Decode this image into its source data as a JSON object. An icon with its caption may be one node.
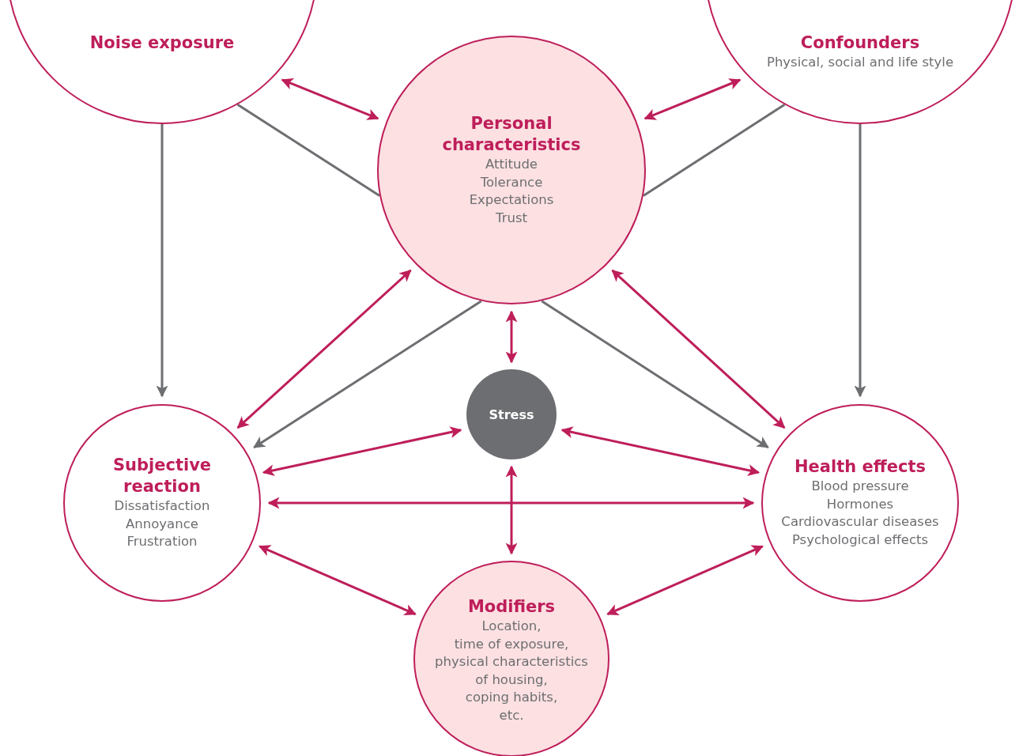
{
  "diagram": {
    "nodes": [
      {
        "text": [
          "Noise exposure"
        ]
      },
      {
        "text": [
          "Confounders",
          "Physical, social and life style"
        ]
      },
      {
        "text": [
          "Personal characteristics",
          "Attitude",
          "Tolerance",
          "Expectations",
          "Trust"
        ]
      },
      {
        "text": [
          "Stress"
        ]
      },
      {
        "text": [
          "Subjective reaction",
          "Dissatisfaction",
          "Annoyance",
          "Frustration"
        ]
      },
      {
        "text": [
          "Health effects",
          "Blood pressure",
          "Hormones",
          "Cardiovascular diseases",
          "Psychological effects"
        ]
      },
      {
        "text": [
          "Modifiers",
          "Location,",
          "time of exposure,",
          "physical characteristics",
          "of housing,",
          "coping habits,",
          "etc."
        ]
      }
    ],
    "edges": [
      {
        "from": 0,
        "to": 4,
        "arrow": "to",
        "color": "#6d6e71"
      },
      {
        "from": 1,
        "to": 5,
        "arrow": "to",
        "color": "#6d6e71"
      },
      {
        "from": 0,
        "to": 2,
        "arrow": "none",
        "color": "#6d6e71"
      },
      {
        "from": 1,
        "to": 2,
        "arrow": "none",
        "color": "#6d6e71"
      },
      {
        "from": 2,
        "to": 4,
        "arrow": "to",
        "color": "#6d6e71"
      },
      {
        "from": 2,
        "to": 5,
        "arrow": "to",
        "color": "#6d6e71"
      },
      {
        "from": 0,
        "to": 2,
        "arrow": "both"
      },
      {
        "from": 1,
        "to": 2,
        "arrow": "both"
      },
      {
        "from": 2,
        "to": 4,
        "arrow": "both"
      },
      {
        "from": 2,
        "to": 5,
        "arrow": "both"
      },
      {
        "from": 2,
        "to": 3,
        "arrow": "both"
      },
      {
        "from": 4,
        "to": 3,
        "arrow": "both"
      },
      {
        "from": 3,
        "to": 5,
        "arrow": "both"
      },
      {
        "from": 4,
        "to": 5,
        "arrow": "both"
      },
      {
        "from": 3,
        "to": 6,
        "arrow": "both"
      },
      {
        "from": 4,
        "to": 6,
        "arrow": "both"
      },
      {
        "from": 5,
        "to": 6,
        "arrow": "both"
      }
    ]
  }
}
